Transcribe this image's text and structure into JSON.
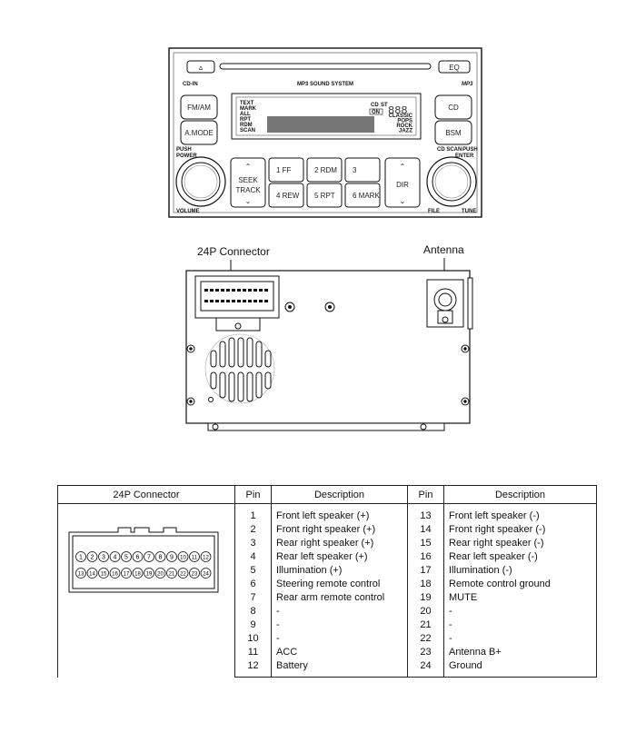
{
  "head_unit": {
    "eject_glyph": "▵",
    "eq": "EQ",
    "cd_in": "CD-IN",
    "brand": "MP3 SOUND SYSTEM",
    "mp3_logo": "MP3",
    "fm_am": "FM/AM",
    "a_mode": "A.MODE",
    "cd": "CD",
    "bsm": "BSM",
    "display_left": [
      "TEXT",
      "MARK",
      "ALL",
      "RPT",
      "RDM",
      "SCAN"
    ],
    "display_cd": "CD",
    "display_st": "ST",
    "display_on": "ON",
    "display_right": [
      "CLASSIC",
      "POPS",
      "ROCK",
      "JAZZ"
    ],
    "cd_scan": "CD SCAN",
    "push_power": "PUSH\nPOWER",
    "push_enter": "PUSH\nENTER",
    "volume": "VOLUME",
    "file": "FILE",
    "tune": "TUNE",
    "seek": "SEEK",
    "track": "TRACK",
    "presets_top": [
      "1 FF",
      "2 RDM",
      "3"
    ],
    "presets_bottom": [
      "4 REW",
      "5 RPT",
      "6 MARK"
    ],
    "dir": "DIR"
  },
  "rear_view": {
    "connector_callout": "24P Connector",
    "antenna_callout": "Antenna"
  },
  "pin_table": {
    "headers": [
      "24P Connector",
      "Pin",
      "Description",
      "Pin",
      "Description"
    ],
    "connector_top_pins": [
      "1",
      "2",
      "3",
      "4",
      "5",
      "6",
      "7",
      "8",
      "9",
      "10",
      "11",
      "12"
    ],
    "connector_bottom_pins": [
      "13",
      "14",
      "15",
      "16",
      "17",
      "18",
      "19",
      "20",
      "21",
      "22",
      "23",
      "24"
    ],
    "rows": [
      {
        "pin_a": "1",
        "desc_a": "Front left speaker (+)",
        "pin_b": "13",
        "desc_b": "Front left speaker (-)"
      },
      {
        "pin_a": "2",
        "desc_a": "Front right speaker (+)",
        "pin_b": "14",
        "desc_b": "Front right speaker (-)"
      },
      {
        "pin_a": "3",
        "desc_a": "Rear right speaker (+)",
        "pin_b": "15",
        "desc_b": "Rear right speaker (-)"
      },
      {
        "pin_a": "4",
        "desc_a": "Rear left speaker (+)",
        "pin_b": "16",
        "desc_b": "Rear left speaker (-)"
      },
      {
        "pin_a": "5",
        "desc_a": "Illumination (+)",
        "pin_b": "17",
        "desc_b": "Illumination (-)"
      },
      {
        "pin_a": "6",
        "desc_a": "Steering remote control",
        "pin_b": "18",
        "desc_b": "Remote control ground"
      },
      {
        "pin_a": "7",
        "desc_a": "Rear arm remote control",
        "pin_b": "19",
        "desc_b": "MUTE"
      },
      {
        "pin_a": "8",
        "desc_a": "-",
        "pin_b": "20",
        "desc_b": "-"
      },
      {
        "pin_a": "9",
        "desc_a": "-",
        "pin_b": "21",
        "desc_b": "-"
      },
      {
        "pin_a": "10",
        "desc_a": "-",
        "pin_b": "22",
        "desc_b": "-"
      },
      {
        "pin_a": "11",
        "desc_a": "ACC",
        "pin_b": "23",
        "desc_b": "Antenna B+"
      },
      {
        "pin_a": "12",
        "desc_a": "Battery",
        "pin_b": "24",
        "desc_b": "Ground"
      }
    ]
  }
}
